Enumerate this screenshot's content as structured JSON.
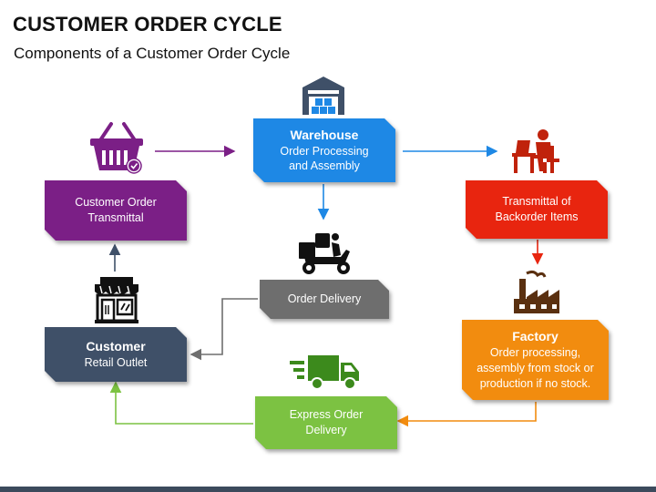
{
  "header": {
    "title": "CUSTOMER ORDER CYCLE",
    "subtitle": "Components of a Customer Order Cycle"
  },
  "nodes": {
    "warehouse": {
      "title": "Warehouse",
      "line1": "Order Processing",
      "line2": "and Assembly",
      "color": "#1e88e5"
    },
    "customer_order_transmittal": {
      "line1": "Customer Order",
      "line2": "Transmittal",
      "color": "#7b1f86"
    },
    "transmittal_backorder": {
      "line1": "Transmittal of",
      "line2": "Backorder Items",
      "color": "#e8250f"
    },
    "order_delivery": {
      "line1": "Order Delivery",
      "color": "#6e6e6e"
    },
    "customer": {
      "title": "Customer",
      "line1": "Retail Outlet",
      "color": "#3f5068"
    },
    "factory": {
      "title": "Factory",
      "line1": "Order processing,",
      "line2": "assembly from stock or",
      "line3": "production if no stock.",
      "color": "#f28c0f"
    },
    "express_delivery": {
      "line1": "Express Order",
      "line2": "Delivery",
      "color": "#7cc242"
    }
  },
  "icons": {
    "warehouse": "warehouse-icon",
    "basket": "shopping-basket-icon",
    "worker": "person-at-desk-icon",
    "scooter": "delivery-scooter-icon",
    "store": "storefront-icon",
    "factory": "factory-icon",
    "truck": "fast-truck-icon"
  }
}
